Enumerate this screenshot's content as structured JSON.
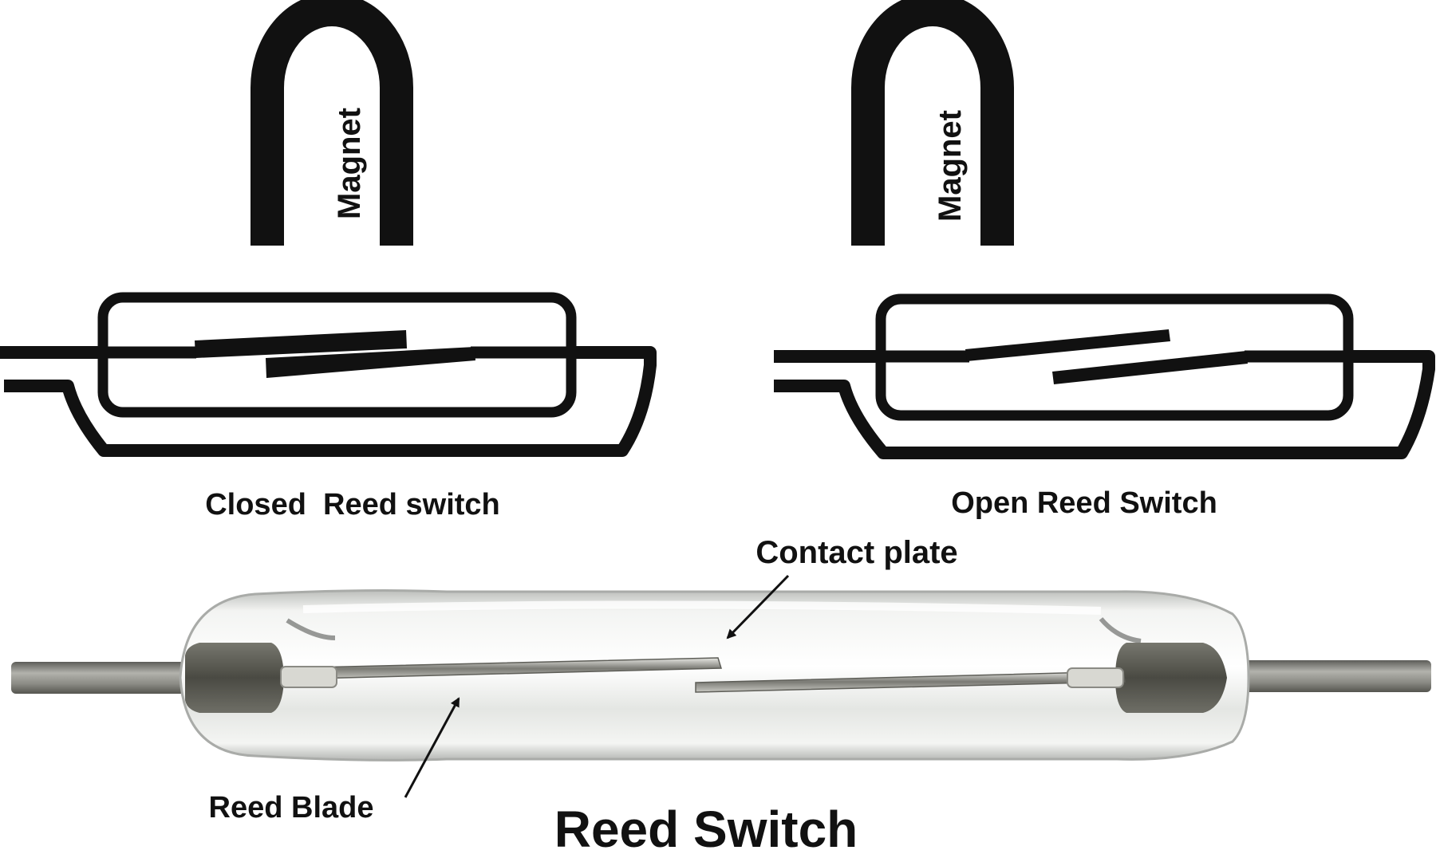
{
  "labels": {
    "magnet_left": "Magnet",
    "magnet_right": "Magnet",
    "closed_caption": "Closed  Reed switch",
    "open_caption": "Open Reed Switch",
    "contact_plate": "Contact plate",
    "reed_blade": "Reed Blade",
    "title": "Reed Switch"
  },
  "colors": {
    "ink": "#111111",
    "glass": "#e9ebe9",
    "lead": "#8a8a84",
    "end_cap": "#5a5a52"
  }
}
